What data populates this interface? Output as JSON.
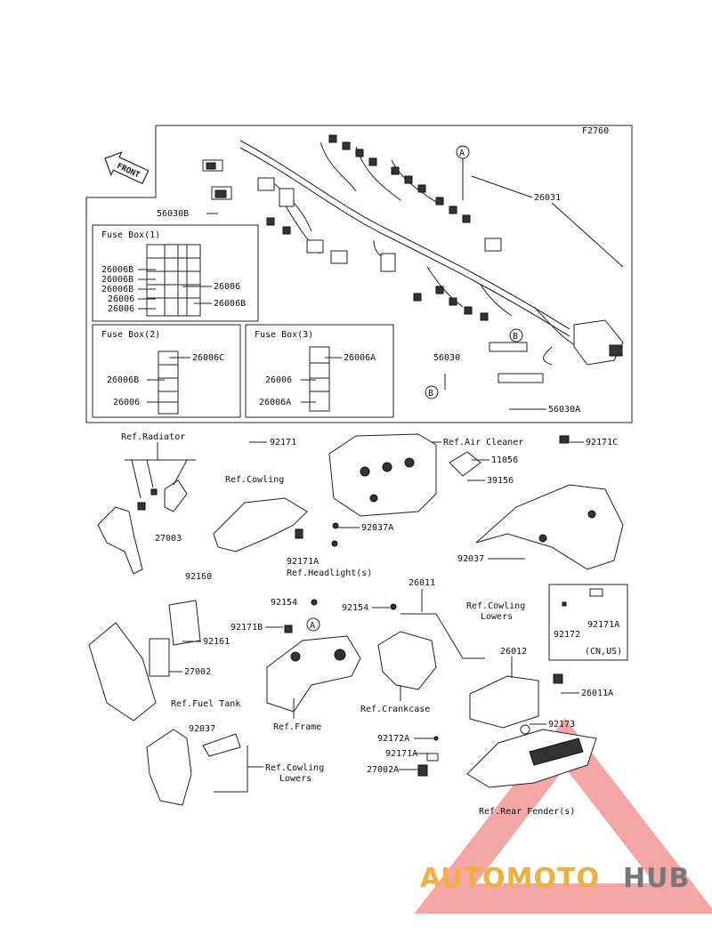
{
  "figure_code": "F2760",
  "front_label": "FRONT",
  "callout_a": "A",
  "callout_b": "B",
  "fuse_boxes": {
    "box1": {
      "title": "Fuse Box(1)",
      "left_labels": [
        "26006B",
        "26006B",
        "26006B",
        "26006",
        "26006"
      ],
      "right_labels": [
        "26006",
        "26006B"
      ]
    },
    "box2": {
      "title": "Fuse Box(2)",
      "labels": [
        "26006C",
        "26006B",
        "26006"
      ]
    },
    "box3": {
      "title": "Fuse Box(3)",
      "labels": [
        "26006A",
        "26006",
        "26006A"
      ]
    }
  },
  "harness_labels": [
    "26031",
    "56030B",
    "56030",
    "56030A"
  ],
  "parts": {
    "ref_radiator": "Ref.Radiator",
    "p92171": "92171",
    "ref_air_cleaner": "Ref.Air Cleaner",
    "p92171c": "92171C",
    "p11056": "11056",
    "p39156": "39156",
    "ref_cowling": "Ref.Cowling",
    "p92037a": "92037A",
    "p27003": "27003",
    "p92171a_1": "92171A",
    "ref_headlights": "Ref.Headlight(s)",
    "p92037_1": "92037",
    "ref_cowling_lowers_1": "Ref.Cowling\nLowers",
    "p92172": "92172",
    "p92171a_2": "92171A",
    "cn_us": "(CN,US)",
    "p92160": "92160",
    "p92161": "92161",
    "p27002": "27002",
    "ref_fuel_tank": "Ref.Fuel Tank",
    "p92154_1": "92154",
    "p92171b": "92171B",
    "ref_frame": "Ref.Frame",
    "p92154_2": "92154",
    "p26011": "26011",
    "ref_crankcase": "Ref.Crankcase",
    "p26012": "26012",
    "p26011a": "26011A",
    "p92173": "92173",
    "p92037_2": "92037",
    "ref_cowling_lowers_2": "Ref.Cowling\nLowers",
    "p92172a": "92172A",
    "p92171a_3": "92171A",
    "p27002a": "27002A",
    "ref_rear_fender": "Ref.Rear Fender(s)"
  },
  "watermark": {
    "part1": "AUTOMOTO",
    "part2": "HUB",
    "color1": "#f0b040",
    "color2": "#777777",
    "accent": "#e53935"
  }
}
